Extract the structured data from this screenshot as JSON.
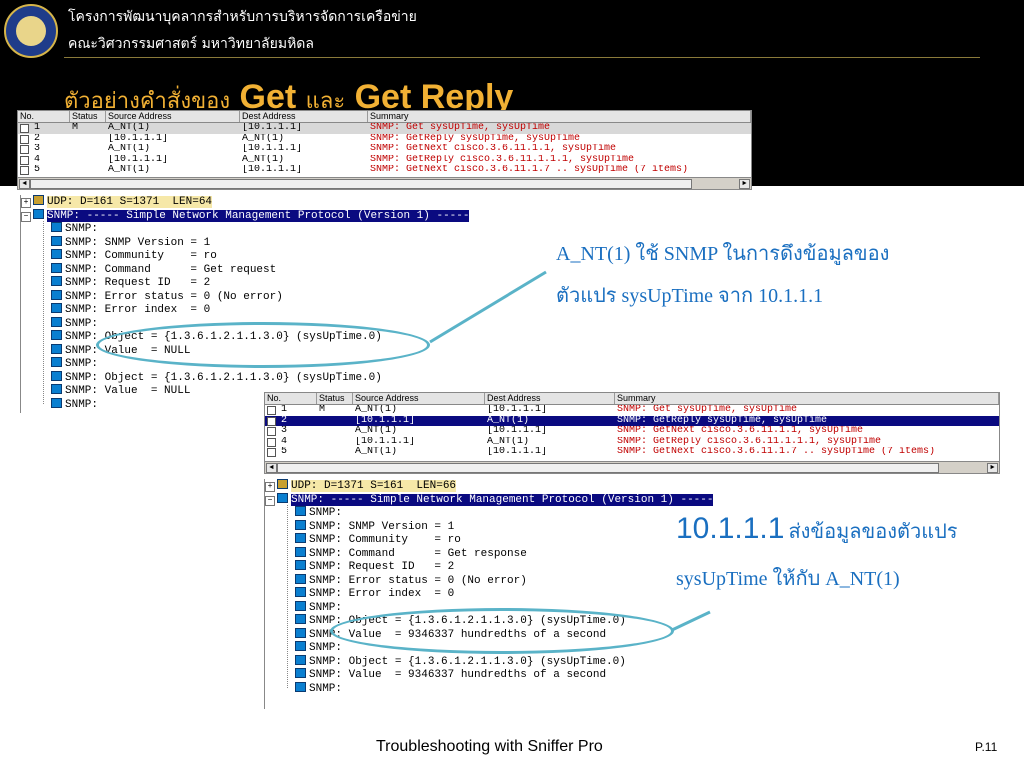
{
  "header": {
    "org_line1": "โครงการพัฒนาบุคลากรสำหรับการบริหารจัดการเครือข่าย",
    "org_line2": "คณะวิศวกรรมศาสตร์ มหาวิทยาลัยมหิดล",
    "title_prefix": "ตัวอย่างคำสั่งของ",
    "title_get": "Get",
    "title_and": "และ",
    "title_get_reply": "Get Reply"
  },
  "columns": [
    "No.",
    "Status",
    "Source Address",
    "Dest Address",
    "Summary"
  ],
  "capture1": {
    "rows": [
      {
        "no": "1",
        "status": "M",
        "src": "A_NT(1)",
        "dst": "[10.1.1.1]",
        "summary": "SNMP: Get        sysUpTime, sysUpTime"
      },
      {
        "no": "2",
        "status": "",
        "src": "[10.1.1.1]",
        "dst": "A_NT(1)",
        "summary": "SNMP: GetReply sysUpTime, sysUpTime"
      },
      {
        "no": "3",
        "status": "",
        "src": "A_NT(1)",
        "dst": "[10.1.1.1]",
        "summary": "SNMP: GetNext  cisco.3.6.11.1.1, sysUpTime"
      },
      {
        "no": "4",
        "status": "",
        "src": "[10.1.1.1]",
        "dst": "A_NT(1)",
        "summary": "SNMP: GetReply cisco.3.6.11.1.1.1, sysUpTime"
      },
      {
        "no": "5",
        "status": "",
        "src": "A_NT(1)",
        "dst": "[10.1.1.1]",
        "summary": "SNMP: GetNext  cisco.3.6.11.1.7 .. sysUpTime (7 items)"
      }
    ],
    "udp_line": "UDP: D=161 S=1371  LEN=64",
    "snmp_header": "SNMP: ----- Simple Network Management Protocol (Version 1) -----",
    "lines": [
      "SNMP:",
      "SNMP: SNMP Version = 1",
      "SNMP: Community    = ro",
      "SNMP: Command      = Get request",
      "SNMP: Request ID   = 2",
      "SNMP: Error status = 0 (No error)",
      "SNMP: Error index  = 0",
      "SNMP:",
      "SNMP: Object = {1.3.6.1.2.1.1.3.0} (sysUpTime.0)",
      "SNMP: Value  = NULL",
      "SNMP:",
      "SNMP: Object = {1.3.6.1.2.1.1.3.0} (sysUpTime.0)",
      "SNMP: Value  = NULL",
      "SNMP:"
    ]
  },
  "capture2": {
    "rows": [
      {
        "no": "1",
        "status": "M",
        "src": "A_NT(1)",
        "dst": "[10.1.1.1]",
        "summary": "SNMP: Get        sysUpTime, sysUpTime"
      },
      {
        "no": "2",
        "status": "",
        "src": "[10.1.1.1]",
        "dst": "A_NT(1)",
        "summary": "SNMP: GetReply sysUpTime, sysUpTime"
      },
      {
        "no": "3",
        "status": "",
        "src": "A_NT(1)",
        "dst": "[10.1.1.1]",
        "summary": "SNMP: GetNext  cisco.3.6.11.1.1, sysUpTime"
      },
      {
        "no": "4",
        "status": "",
        "src": "[10.1.1.1]",
        "dst": "A_NT(1)",
        "summary": "SNMP: GetReply cisco.3.6.11.1.1.1, sysUpTime"
      },
      {
        "no": "5",
        "status": "",
        "src": "A_NT(1)",
        "dst": "[10.1.1.1]",
        "summary": "SNMP: GetNext  cisco.3.6.11.1.7 .. sysUpTime (7 items)"
      }
    ],
    "udp_line": "UDP: D=1371 S=161  LEN=66",
    "snmp_header": "SNMP: ----- Simple Network Management Protocol (Version 1) -----",
    "lines": [
      "SNMP:",
      "SNMP: SNMP Version = 1",
      "SNMP: Community    = ro",
      "SNMP: Command      = Get response",
      "SNMP: Request ID   = 2",
      "SNMP: Error status = 0 (No error)",
      "SNMP: Error index  = 0",
      "SNMP:",
      "SNMP: Object = {1.3.6.1.2.1.1.3.0} (sysUpTime.0)",
      "SNMP: Value  = 9346337 hundredths of a second",
      "SNMP:",
      "SNMP: Object = {1.3.6.1.2.1.1.3.0} (sysUpTime.0)",
      "SNMP: Value  = 9346337 hundredths of a second",
      "SNMP:"
    ]
  },
  "annotation1": {
    "line1": "A_NT(1) ใช้ SNMP ในการดึงข้อมูลของ",
    "line2": "ตัวแปร sysUpTime จาก 10.1.1.1"
  },
  "annotation2": {
    "ip": "10.1.1.1",
    "line1_rest": "ส่งข้อมูลของตัวแปร",
    "line2": "sysUpTime ให้กับ A_NT(1)"
  },
  "footer": {
    "title": "Troubleshooting with Sniffer Pro",
    "page": "P.11"
  },
  "colors": {
    "title_accent": "#f2b134",
    "annotation": "#1a6fc0",
    "callout": "#5ab3c8",
    "selection": "#0a0a80"
  }
}
